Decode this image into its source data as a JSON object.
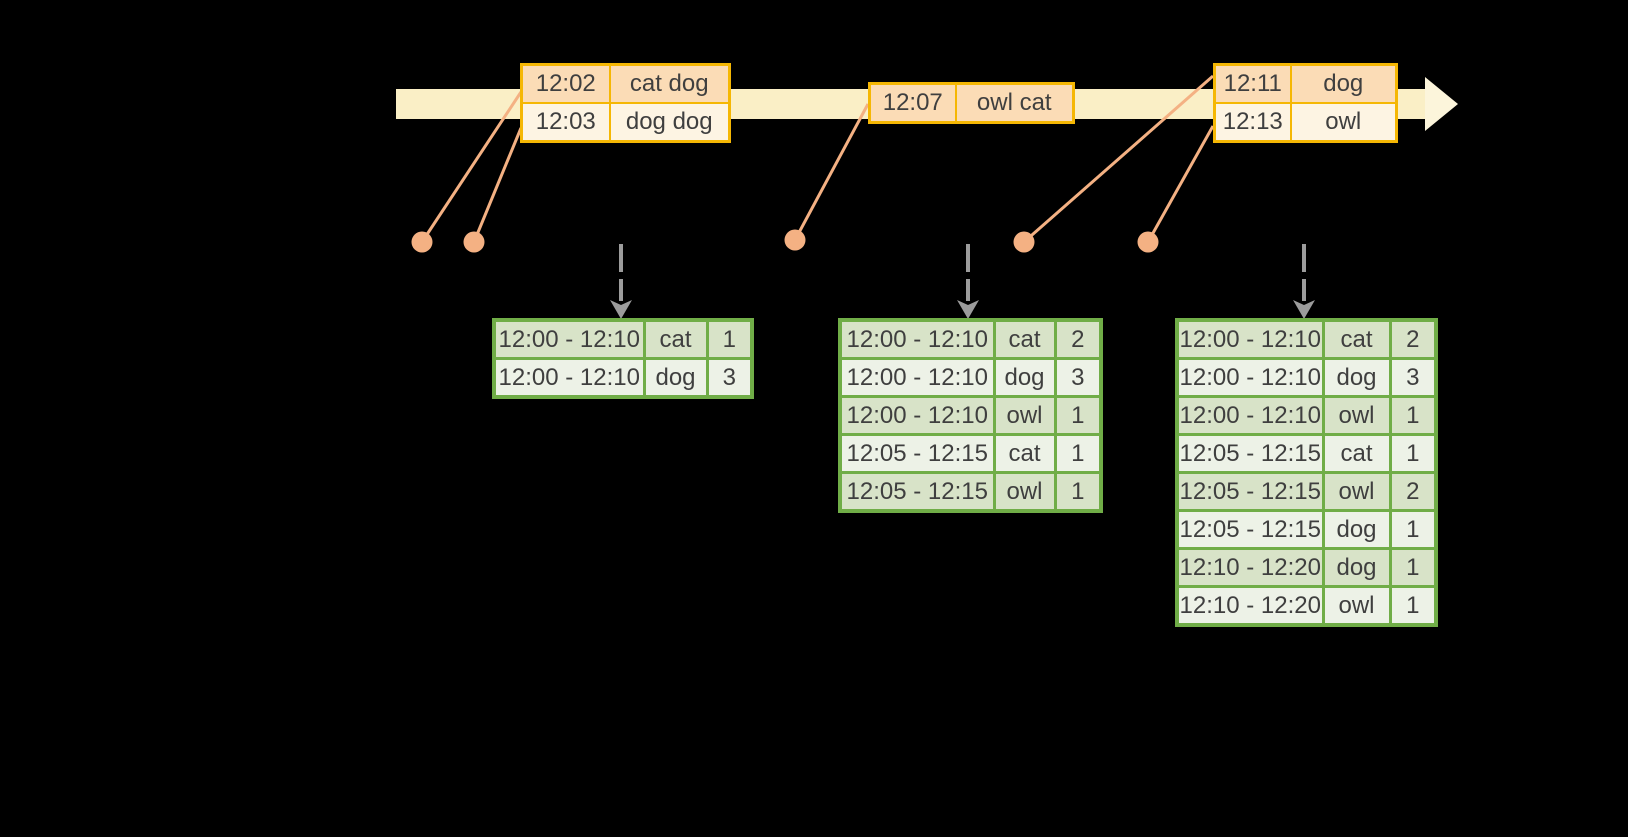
{
  "colors": {
    "timeline_band": "#FAEFC6",
    "timeline_arrowhead": "#FCF5DB",
    "event_border": "#F5B704",
    "event_row_dark": "#FBDCB6",
    "event_row_light": "#FDF4E3",
    "connector": "#F4B183",
    "result_border": "#70AD47",
    "result_row_dark": "#D8E3C8",
    "result_row_light": "#EDF2E7",
    "table_text": "#3F3F3F",
    "trigger_arrow": "#9C9C9C"
  },
  "icons": {
    "timeline_arrowhead": "right-arrowhead",
    "event_marker": "circle-dot",
    "trigger_arrow": "dashed-down-arrow"
  },
  "timeline": {
    "events": [
      {
        "rows": [
          {
            "time": "12:02",
            "words": "cat dog"
          },
          {
            "time": "12:03",
            "words": "dog dog"
          }
        ]
      },
      {
        "rows": [
          {
            "time": "12:07",
            "words": "owl cat"
          }
        ]
      },
      {
        "rows": [
          {
            "time": "12:11",
            "words": "dog"
          },
          {
            "time": "12:13",
            "words": "owl"
          }
        ]
      }
    ]
  },
  "result_tables": [
    {
      "rows": [
        [
          "12:00 - 12:10",
          "cat",
          "1"
        ],
        [
          "12:00 - 12:10",
          "dog",
          "3"
        ]
      ]
    },
    {
      "rows": [
        [
          "12:00 - 12:10",
          "cat",
          "2"
        ],
        [
          "12:00 - 12:10",
          "dog",
          "3"
        ],
        [
          "12:00 - 12:10",
          "owl",
          "1"
        ],
        [
          "12:05 - 12:15",
          "cat",
          "1"
        ],
        [
          "12:05 - 12:15",
          "owl",
          "1"
        ]
      ]
    },
    {
      "rows": [
        [
          "12:00 - 12:10",
          "cat",
          "2"
        ],
        [
          "12:00 - 12:10",
          "dog",
          "3"
        ],
        [
          "12:00 - 12:10",
          "owl",
          "1"
        ],
        [
          "12:05 - 12:15",
          "cat",
          "1"
        ],
        [
          "12:05 - 12:15",
          "owl",
          "2"
        ],
        [
          "12:05 - 12:15",
          "dog",
          "1"
        ],
        [
          "12:10 - 12:20",
          "dog",
          "1"
        ],
        [
          "12:10 - 12:20",
          "owl",
          "1"
        ]
      ]
    }
  ]
}
